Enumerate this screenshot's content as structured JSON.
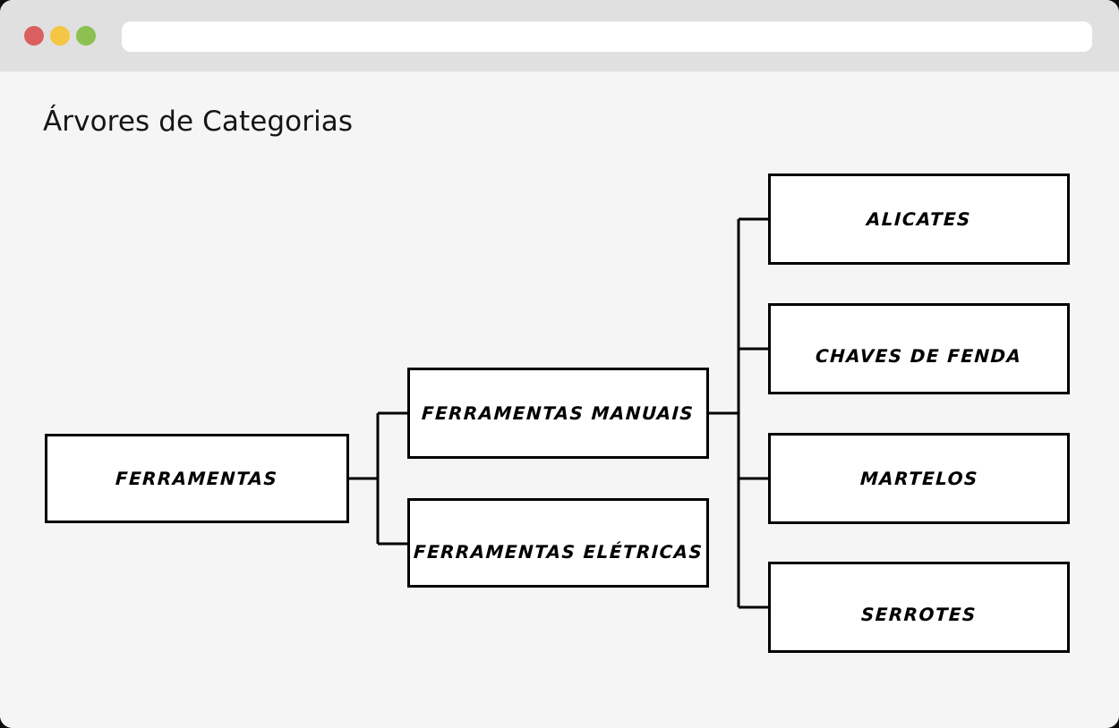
{
  "window": {
    "traffic_lights": [
      {
        "name": "close",
        "color": "#d9605e"
      },
      {
        "name": "minimize",
        "color": "#f4c643"
      },
      {
        "name": "maximize",
        "color": "#8cc152"
      }
    ],
    "url_bar": {
      "value": "",
      "placeholder": ""
    },
    "chrome_color": "#e0e0e0",
    "content_color": "#f5f5f5"
  },
  "page": {
    "title": "Árvores de Categorias"
  },
  "diagram": {
    "type": "tree",
    "orientation": "left-to-right",
    "node_fill": "#ffffff",
    "node_stroke": "#000000",
    "connector_color": "#000000",
    "root": {
      "label": "FERRAMENTAS"
    },
    "branches": [
      {
        "label": "FERRAMENTAS MANUAIS"
      },
      {
        "label": "FERRAMENTAS ELÉTRICAS"
      }
    ],
    "leaves": [
      {
        "label": "ALICATES"
      },
      {
        "label": "CHAVES DE FENDA"
      },
      {
        "label": "MARTELOS"
      },
      {
        "label": "SERROTES"
      }
    ]
  }
}
